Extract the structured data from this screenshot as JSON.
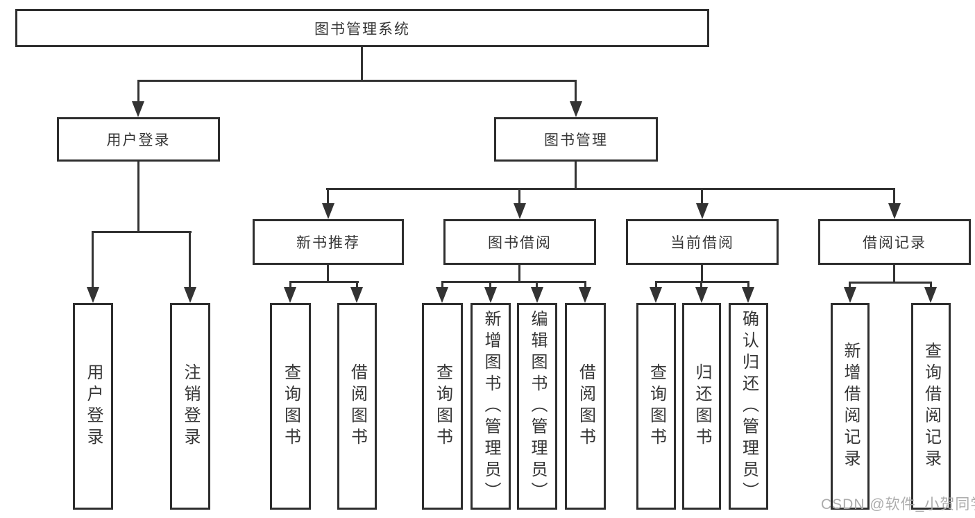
{
  "diagram_title": "图书管理系统",
  "nodes": {
    "root": {
      "label": "图书管理系统"
    },
    "user_login": {
      "label": "用户登录"
    },
    "book_management": {
      "label": "图书管理"
    },
    "new_book_recommend": {
      "label": "新书推荐"
    },
    "book_borrow": {
      "label": "图书借阅"
    },
    "current_borrow": {
      "label": "当前借阅"
    },
    "borrow_record": {
      "label": "借阅记录"
    },
    "leaf_user_login": {
      "label": "用户登录"
    },
    "leaf_logout": {
      "label": "注销登录"
    },
    "leaf_query_book_recommend": {
      "label": "查询图书"
    },
    "leaf_borrow_book_recommend": {
      "label": "借阅图书"
    },
    "leaf_query_book_borrow": {
      "label": "查询图书"
    },
    "leaf_add_book_admin": {
      "label": "新增图书（管理员）"
    },
    "leaf_edit_book_admin": {
      "label": "编辑图书（管理员）"
    },
    "leaf_borrow_book_borrow": {
      "label": "借阅图书"
    },
    "leaf_query_book_current": {
      "label": "查询图书"
    },
    "leaf_return_book": {
      "label": "归还图书"
    },
    "leaf_confirm_return_admin": {
      "label": "确认归还（管理员）"
    },
    "leaf_add_borrow_record": {
      "label": "新增借阅记录"
    },
    "leaf_query_borrow_record": {
      "label": "查询借阅记录"
    }
  },
  "watermark": {
    "text": "CSDN @软件_小贺同学"
  },
  "colors": {
    "background": "#ffffff",
    "box_border": "#2e2e2e",
    "line": "#333333",
    "text": "#363636",
    "watermark": "#a8a8a8"
  }
}
